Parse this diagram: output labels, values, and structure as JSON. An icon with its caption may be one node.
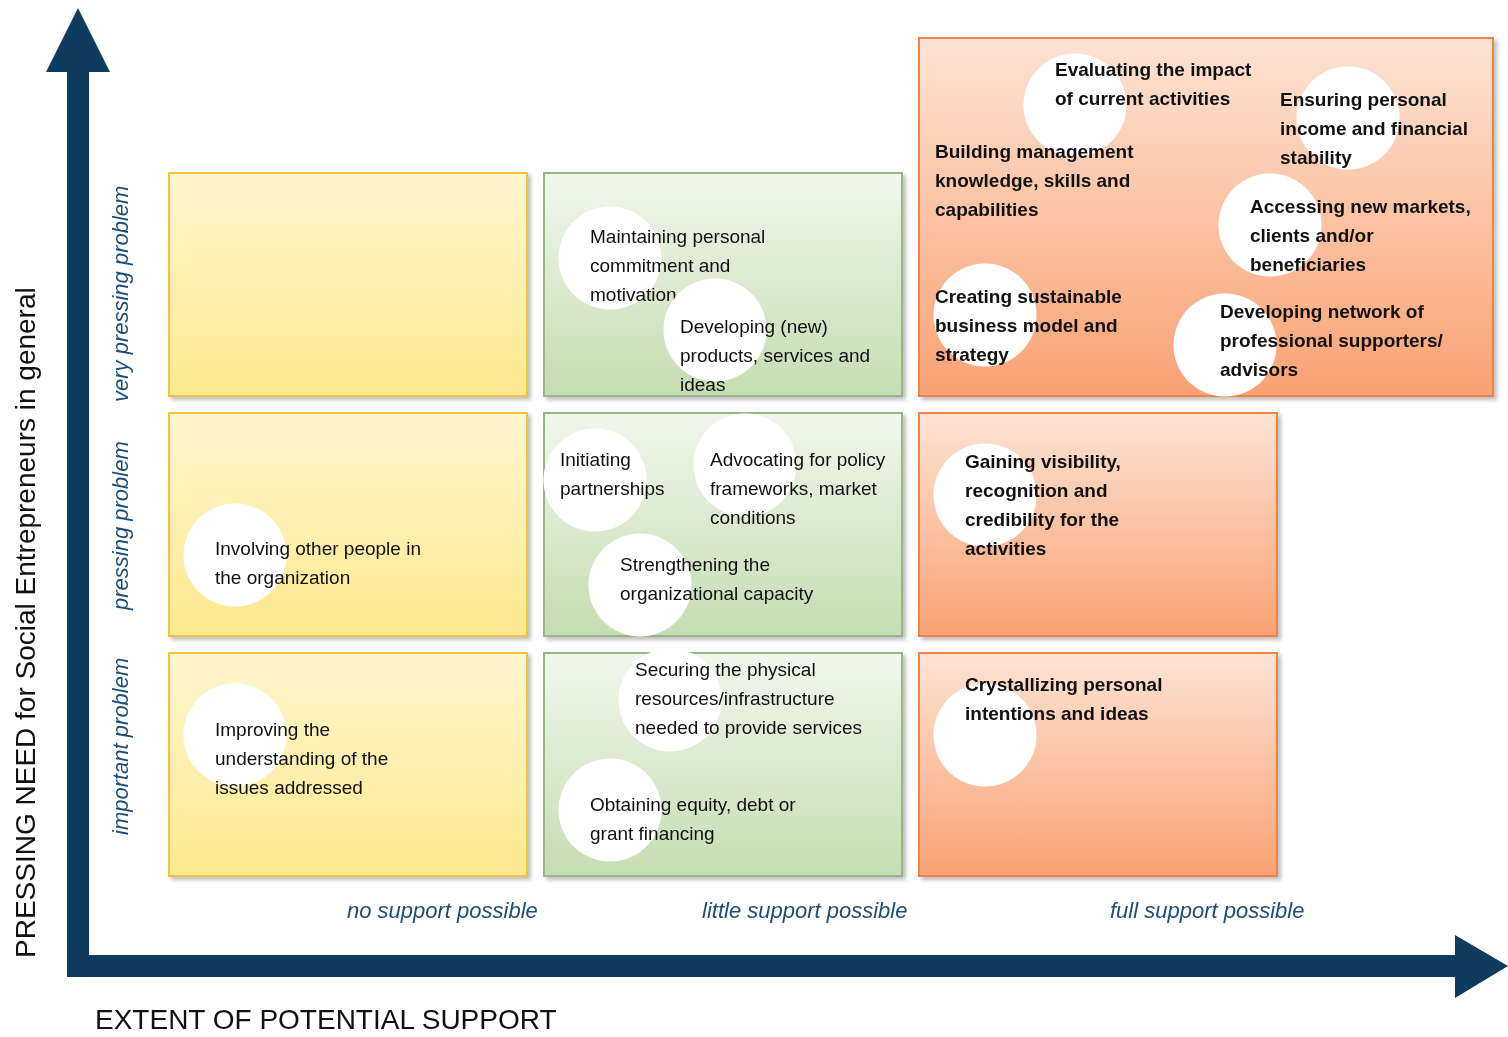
{
  "diagram": {
    "nodes": [
      {
        "text": [],
        "shape": "box"
      },
      {
        "text": [
          "Maintaining personal commitment and motivation",
          "Developing (new) products, services and ideas"
        ]
      },
      {
        "text": [
          "Evaluating the impact of current activities",
          "Ensuring personal income and financial stability",
          "Building management knowledge, skills and capabilities",
          "Accessing new markets, clients and/or beneficiaries",
          "Creating sustainable business model and strategy",
          "Developing  network of professional supporters/ advisors"
        ]
      },
      {
        "text": [
          "Involving other people in the organization"
        ]
      },
      {
        "text": [
          "Initiating partnerships",
          "Advocating for policy frameworks, market conditions",
          "Strengthening the organizational capacity"
        ]
      },
      {
        "text": [
          "Gaining visibility, recognition and credibility for the activities"
        ]
      },
      {
        "text": [
          "Improving the understanding of the issues addressed"
        ]
      },
      {
        "text": [
          "Securing the physical resources/infrastructure needed to provide services",
          "Obtaining equity, debt or grant financing"
        ]
      },
      {
        "text": [
          "Crystallizing personal intentions and ideas"
        ]
      }
    ],
    "labels": [
      "very pressing problem",
      "pressing problem",
      "important problem",
      "PRESSING NEED for Social Entrepreneurs in general",
      "no support possible",
      "little support possible",
      "full support possible",
      "EXTENT OF POTENTIAL SUPPORT"
    ]
  }
}
